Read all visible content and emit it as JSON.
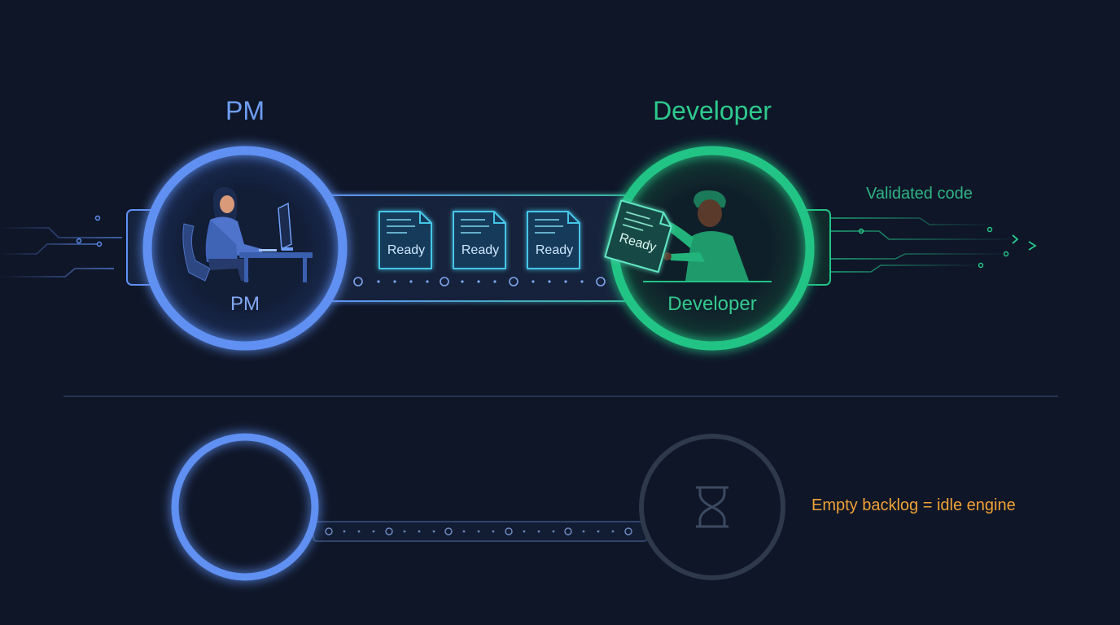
{
  "roles": {
    "pm_title": "PM",
    "pm_inner": "PM",
    "developer_title": "Developer",
    "developer_inner": "Developer"
  },
  "cards": [
    {
      "label": "Ready"
    },
    {
      "label": "Ready"
    },
    {
      "label": "Ready"
    },
    {
      "label": "Ready"
    }
  ],
  "output_label": "Validated code",
  "idle_note": "Empty backlog = idle engine",
  "colors": {
    "background": "#0f1628",
    "pm_blue": "#5f90f2",
    "developer_green": "#22c485",
    "idle_gray": "#2e3a4b",
    "warning_orange": "#f0a236"
  },
  "icons": [
    "person-at-desk-icon",
    "developer-holding-card-icon",
    "document-icon",
    "hourglass-icon"
  ]
}
